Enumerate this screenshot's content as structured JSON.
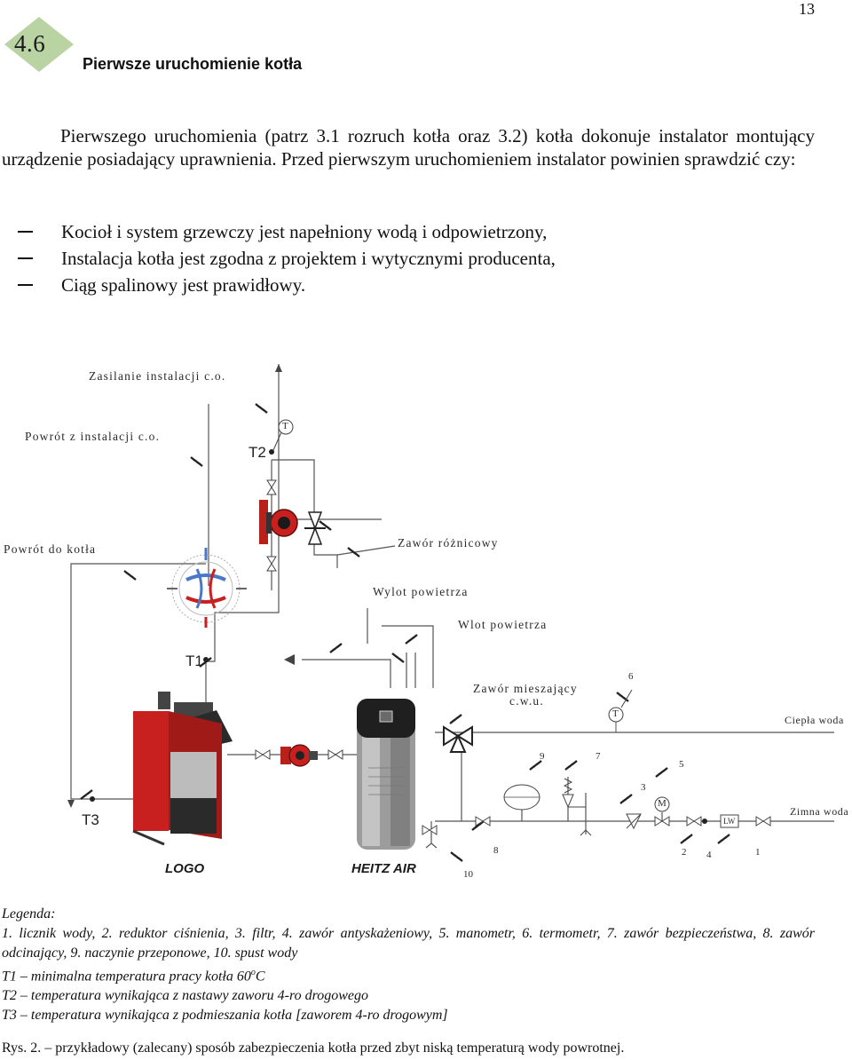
{
  "page_number": "13",
  "section": {
    "number": "4.6",
    "title": "Pierwsze uruchomienie kotła"
  },
  "intro": "Pierwszego uruchomienia (patrz 3.1 rozruch kotła oraz 3.2) kotła dokonuje instalator montujący urządzenie posiadający uprawnienia. Przed pierwszym uruchomieniem instalator powinien sprawdzić czy:",
  "checklist": [
    "Kocioł i system grzewczy jest napełniony wodą i odpowietrzony,",
    "Instalacja kotła jest zgodna z projektem i wytycznymi producenta,",
    "Ciąg spalinowy jest prawidłowy."
  ],
  "diagram": {
    "labels": {
      "supply": "Zasilanie instalacji c.o.",
      "return_from_install": "Powrót z instalacji c.o.",
      "return_to_boiler": "Powrót do kotła",
      "diff_valve": "Zawór różnicowy",
      "air_outlet": "Wylot powietrza",
      "air_inlet": "Wlot powietrza",
      "mixing_valve_line1": "Zawór mieszający",
      "mixing_valve_line2": "c.w.u.",
      "warm_water": "Ciepła woda",
      "cold_water": "Zimna woda",
      "t1": "T1",
      "t2": "T2",
      "t3": "T3",
      "t_symbol": "T",
      "m_symbol": "M",
      "lw_symbol": "LW",
      "boiler_brand": "LOGO",
      "heatpump_brand": "HEITZ AIR",
      "n1": "1",
      "n2": "2",
      "n3": "3",
      "n4": "4",
      "n5": "5",
      "n6": "6",
      "n7": "7",
      "n8": "8",
      "n9": "9",
      "n10": "10"
    },
    "colors": {
      "boiler_red": "#c8201f",
      "pump_red": "#b8201a",
      "line": "#555555"
    }
  },
  "legend": {
    "title": "Legenda:",
    "items": "1. licznik wody, 2. reduktor ciśnienia, 3. filtr, 4. zawór antyskażeniowy, 5. manometr, 6. termometr, 7. zawór bezpieczeństwa, 8. zawór odcinający, 9. naczynie przeponowe, 10. spust wody",
    "t1_prefix": "T1 – minimalna temperatura pracy kotła 60",
    "t1_sup": "o",
    "t1_suffix": "C",
    "t2": "T2 – temperatura wynikająca z nastawy zaworu 4-ro drogowego",
    "t3": "T3 – temperatura wynikająca z podmieszania kotła [zaworem 4-ro drogowym]"
  },
  "caption": "Rys. 2. – przykładowy (zalecany) sposób zabezpieczenia kotła przed zbyt niską temperaturą wody powrotnej."
}
